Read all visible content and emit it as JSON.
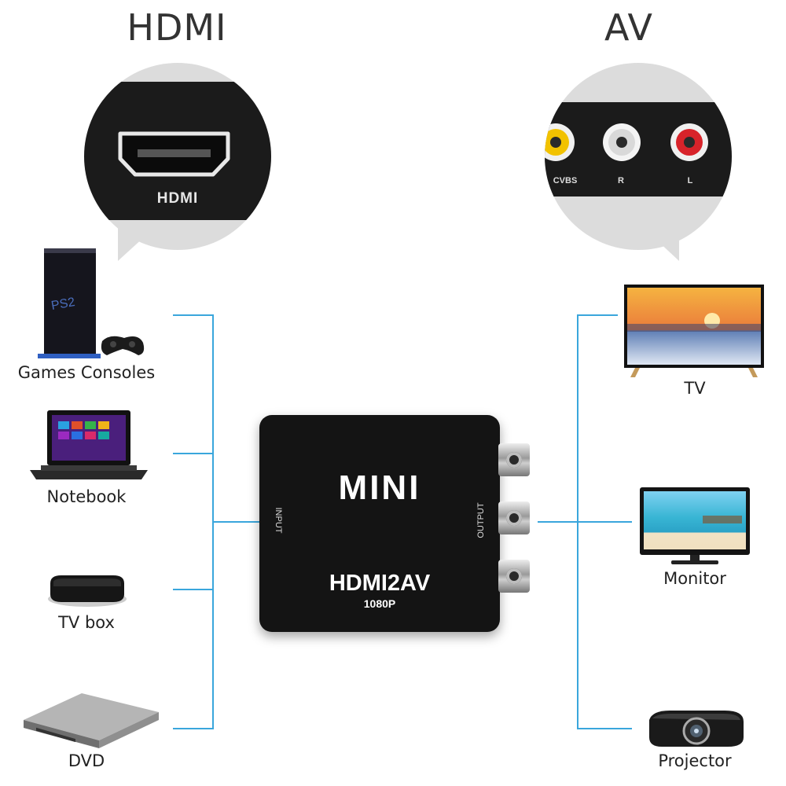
{
  "headings": {
    "hdmi": "HDMI",
    "av": "AV"
  },
  "hdmi_port": {
    "label": "HDMI"
  },
  "av_ports": {
    "cvbs": "CVBS",
    "r": "R",
    "l": "L"
  },
  "converter": {
    "brand": "MINI",
    "model": "HDMI2AV",
    "resolution": "1080P",
    "input_label": "INPUT",
    "output_label": "OUTPUT"
  },
  "inputs": [
    {
      "label": "Games Consoles",
      "icon": "game-console-icon"
    },
    {
      "label": "Notebook",
      "icon": "laptop-icon"
    },
    {
      "label": "TV box",
      "icon": "tv-box-icon"
    },
    {
      "label": "DVD",
      "icon": "dvd-player-icon"
    }
  ],
  "outputs": [
    {
      "label": "TV",
      "icon": "tv-icon"
    },
    {
      "label": "Monitor",
      "icon": "monitor-icon"
    },
    {
      "label": "Projector",
      "icon": "projector-icon"
    }
  ],
  "colors": {
    "line": "#3aa6dc",
    "bubble": "#dcdcdc",
    "rca_yellow": "#f2c200",
    "rca_white": "#f4f4f4",
    "rca_red": "#d8232a"
  }
}
